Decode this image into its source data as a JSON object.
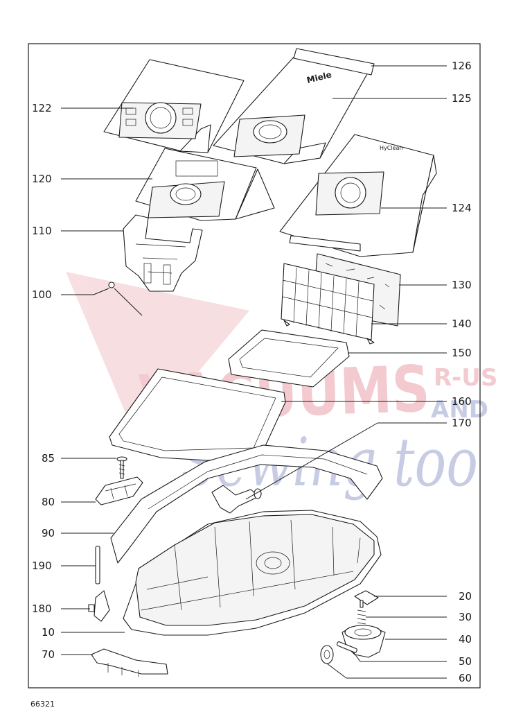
{
  "callouts": [
    {
      "id": "126",
      "text": "126"
    },
    {
      "id": "125",
      "text": "125"
    },
    {
      "id": "122",
      "text": "122"
    },
    {
      "id": "120",
      "text": "120"
    },
    {
      "id": "124",
      "text": "124"
    },
    {
      "id": "110",
      "text": "110"
    },
    {
      "id": "100",
      "text": "100"
    },
    {
      "id": "130",
      "text": "130"
    },
    {
      "id": "140",
      "text": "140"
    },
    {
      "id": "150",
      "text": "150"
    },
    {
      "id": "160",
      "text": "160"
    },
    {
      "id": "170",
      "text": "170"
    },
    {
      "id": "85",
      "text": "85"
    },
    {
      "id": "80",
      "text": "80"
    },
    {
      "id": "90",
      "text": "90"
    },
    {
      "id": "190",
      "text": "190"
    },
    {
      "id": "180",
      "text": "180"
    },
    {
      "id": "10",
      "text": "10"
    },
    {
      "id": "70",
      "text": "70"
    },
    {
      "id": "20",
      "text": "20"
    },
    {
      "id": "30",
      "text": "30"
    },
    {
      "id": "40",
      "text": "40"
    },
    {
      "id": "50",
      "text": "50"
    },
    {
      "id": "60",
      "text": "60"
    }
  ],
  "watermark": {
    "line1": "VACUUMS",
    "line2": "Sewing too",
    "side1": "R-US",
    "side2": "AND",
    "color_red": "#e8a0a8",
    "color_blue": "#9aa3cf"
  },
  "bag_brand": "Miele",
  "bag_brand_small": "HyClean",
  "doc_number": "66321"
}
